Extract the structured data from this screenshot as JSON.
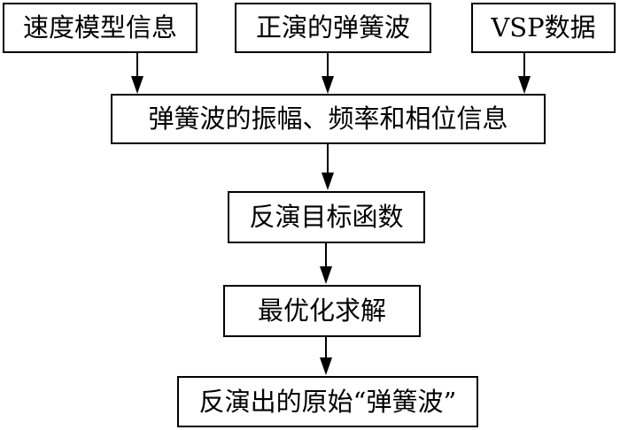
{
  "flowchart": {
    "title": "VSP spring-wave inversion workflow",
    "colors": {
      "background": "#ffffff",
      "border": "#000000",
      "text": "#000000"
    },
    "nodes": [
      {
        "id": "velocity-model",
        "label": "速度模型信息"
      },
      {
        "id": "forward-spring-wave",
        "label": "正演的弹簧波"
      },
      {
        "id": "vsp-data",
        "label": "VSP数据"
      },
      {
        "id": "wave-info",
        "label": "弹簧波的振幅、频率和相位信息"
      },
      {
        "id": "inversion-objective",
        "label": "反演目标函数"
      },
      {
        "id": "optimization",
        "label": "最优化求解"
      },
      {
        "id": "inverted-result",
        "label": "反演出的原始“弹簧波”"
      }
    ],
    "edges": [
      {
        "from": "velocity-model",
        "to": "wave-info"
      },
      {
        "from": "forward-spring-wave",
        "to": "wave-info"
      },
      {
        "from": "vsp-data",
        "to": "wave-info"
      },
      {
        "from": "wave-info",
        "to": "inversion-objective"
      },
      {
        "from": "inversion-objective",
        "to": "optimization"
      },
      {
        "from": "optimization",
        "to": "inverted-result"
      }
    ]
  }
}
